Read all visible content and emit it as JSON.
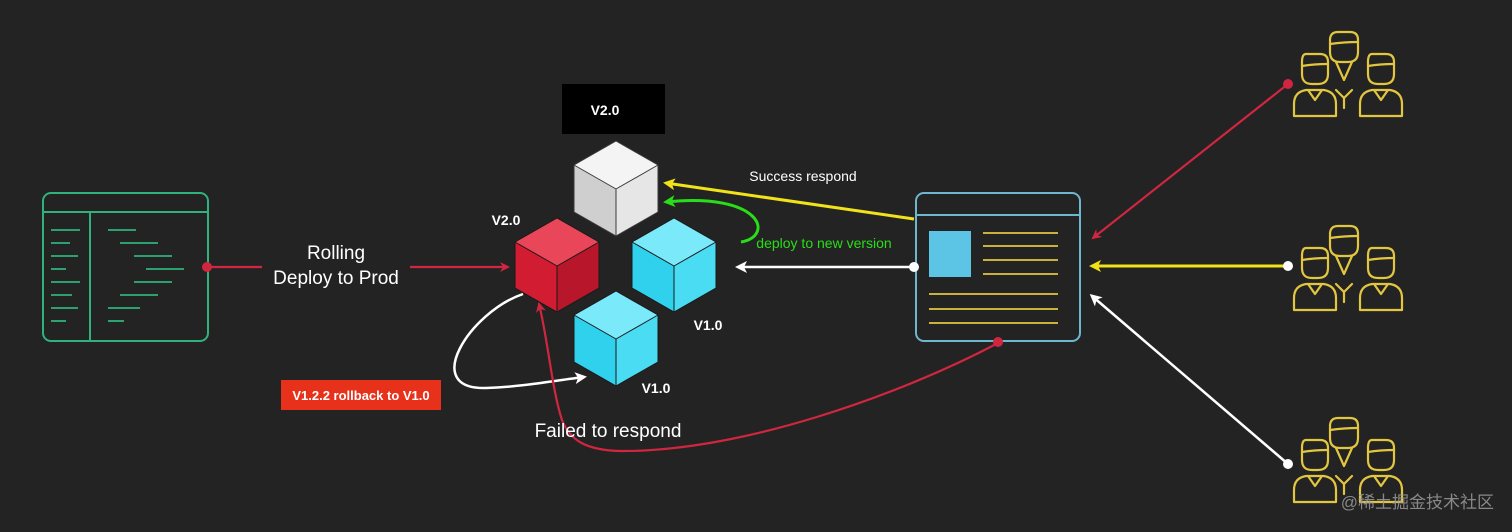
{
  "labels": {
    "rolling_line1": "Rolling",
    "rolling_line2": "Deploy to Prod",
    "v2_box": "V2.0",
    "red_cube": "V2.0",
    "cube_right": "V1.0",
    "cube_bottom": "V1.0",
    "success": "Success respond",
    "deploy_new": "deploy to new version",
    "rollback": "V1.2.2 rollback to V1.0",
    "failed": "Failed to respond",
    "watermark": "@稀土掘金技术社区"
  },
  "colors": {
    "background": "#232323",
    "terminal_stroke": "#2fb27c",
    "browser_stroke": "#6fb6cf",
    "crimson": "#d0263f",
    "yellow": "#f2e21a",
    "green": "#29dd18",
    "white": "#ffffff",
    "cyan_cube": "#38d8f0",
    "gray_cube": "#d9d9d9",
    "red_cube": "#d81f36",
    "rollback_bg": "#e8311b",
    "user_group": "#e3c640"
  },
  "icons": [
    "terminal-icon",
    "browser-window-icon",
    "user-group-icon"
  ]
}
